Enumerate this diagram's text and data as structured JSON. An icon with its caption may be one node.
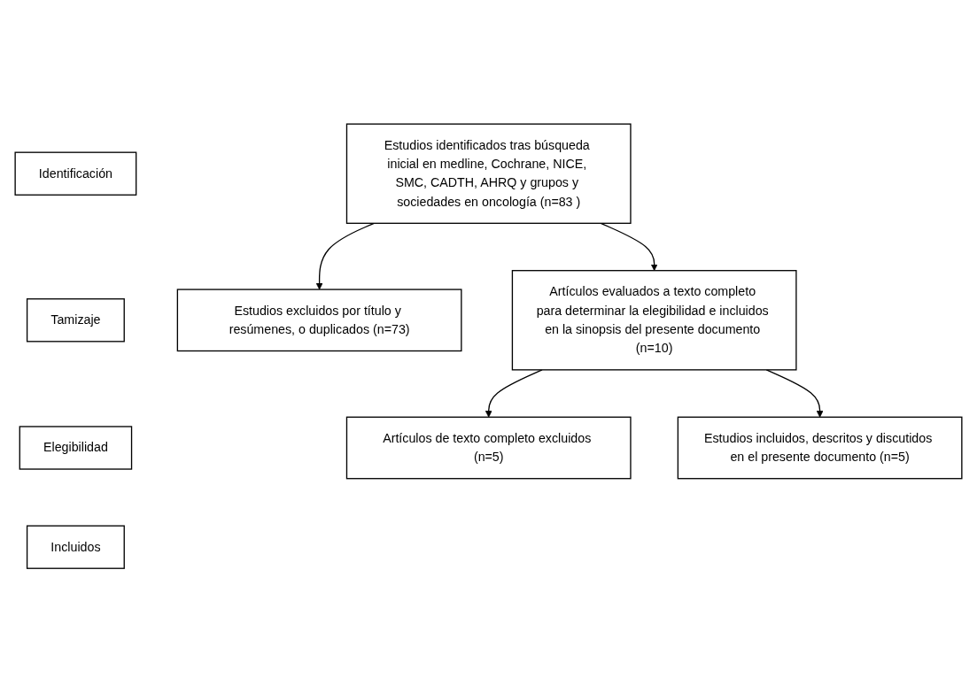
{
  "diagram": {
    "nodes": [
      {
        "text": [
          "Identificación"
        ]
      },
      {
        "text": [
          "Estudios identificados tras búsqueda inicial en medline, Cochrane, NICE, SMC, CADTH, AHRQ y grupos y sociedades en oncología (n=83 )"
        ]
      },
      {
        "text": [
          "Tamizaje"
        ]
      },
      {
        "text": [
          "Estudios excluidos por título y resúmenes, o duplicados (n=73)"
        ]
      },
      {
        "text": [
          "Elegibilidad"
        ]
      },
      {
        "text": [
          "Artículos evaluados a texto completo para determinar la elegibilidad e incluidos en la sinopsis del presente documento (n=10)"
        ]
      },
      {
        "text": [
          "Artículos de texto completo excluidos (n=5)"
        ]
      },
      {
        "text": [
          "Incluidos"
        ]
      },
      {
        "text": [
          "Estudios incluidos, descritos y discutidos en el presente documento (n=5)"
        ]
      }
    ],
    "edges": [
      {
        "from": 1,
        "to": 5,
        "arrow": "to"
      },
      {
        "from": 1,
        "to": 3,
        "arrow": "to"
      },
      {
        "from": 5,
        "to": 8,
        "arrow": "to"
      },
      {
        "from": 5,
        "to": 6,
        "arrow": "to"
      }
    ]
  }
}
